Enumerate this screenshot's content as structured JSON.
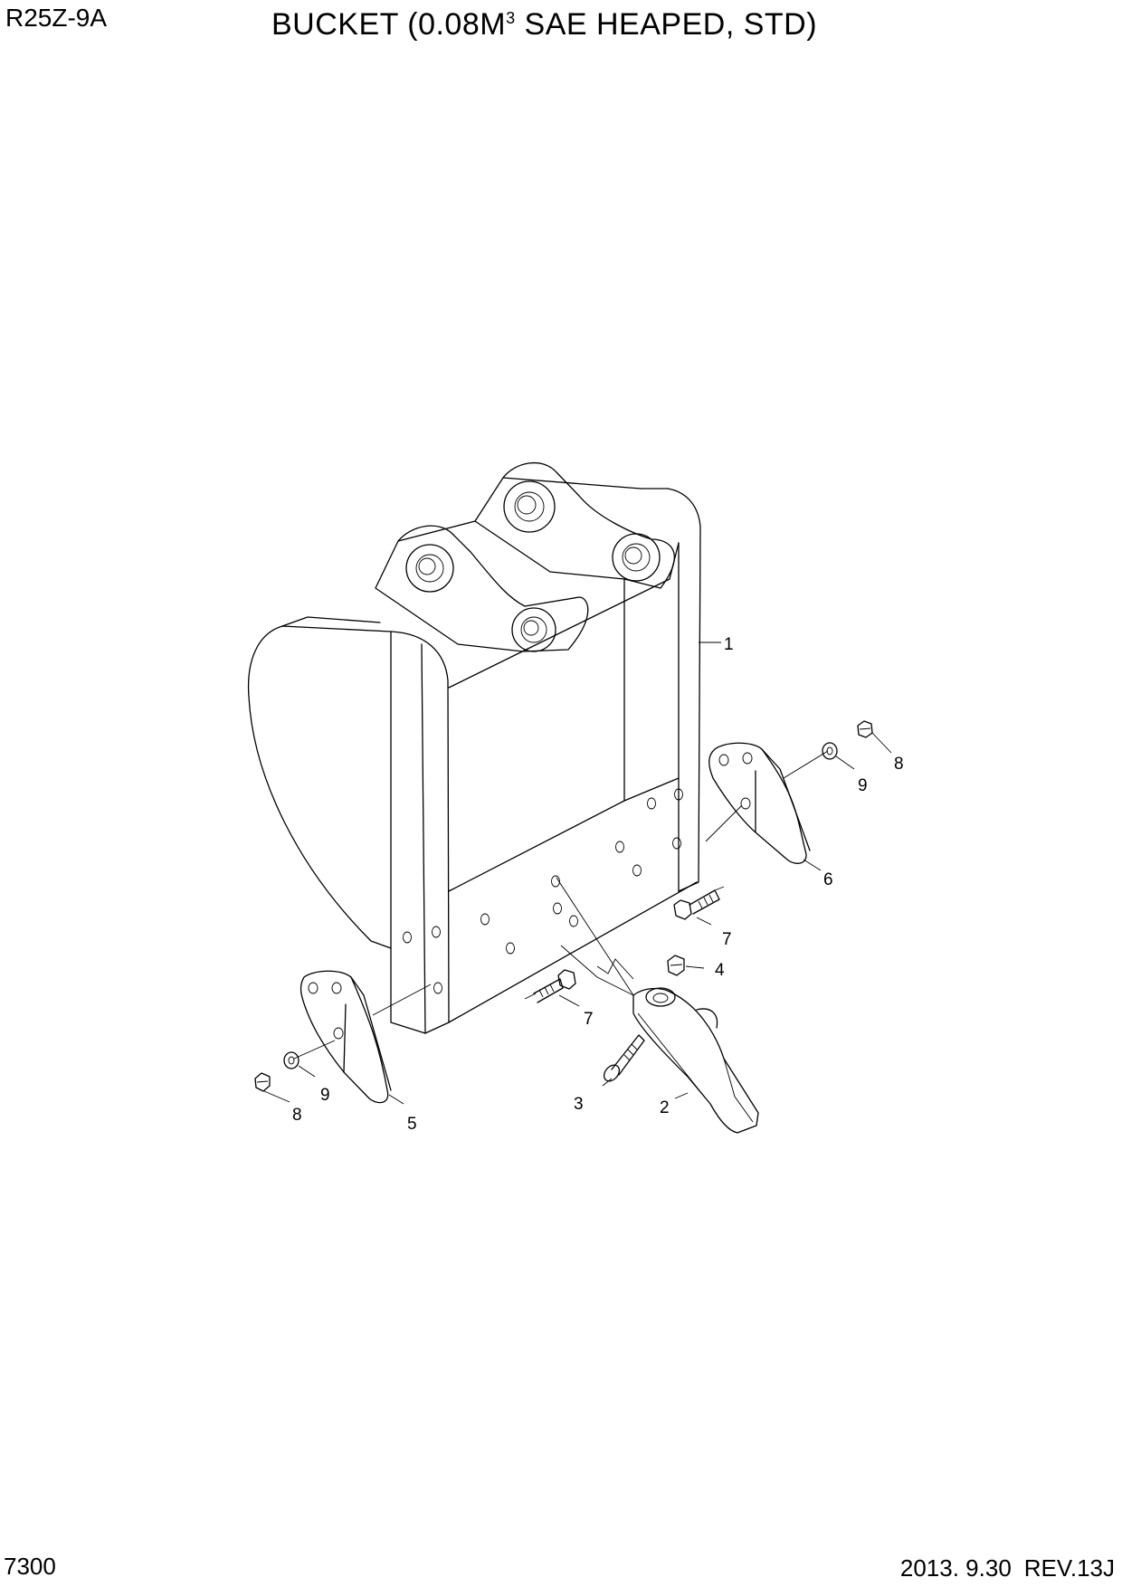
{
  "header": {
    "model": "R25Z-9A",
    "title_pre": "BUCKET (0.08M",
    "title_sup": "3",
    "title_post": " SAE HEAPED, STD)"
  },
  "footer": {
    "page_number": "7300",
    "date": "2013. 9.30",
    "revision": "REV.13J"
  },
  "callouts": {
    "bucket": "1",
    "tooth": "2",
    "pin": "3",
    "lock": "4",
    "side_cutter_left": "5",
    "side_cutter_right": "6",
    "bolt_right": "7",
    "bolt_left": "7",
    "nut_right": "8",
    "nut_left": "8",
    "washer_right": "9",
    "washer_left": "9"
  }
}
